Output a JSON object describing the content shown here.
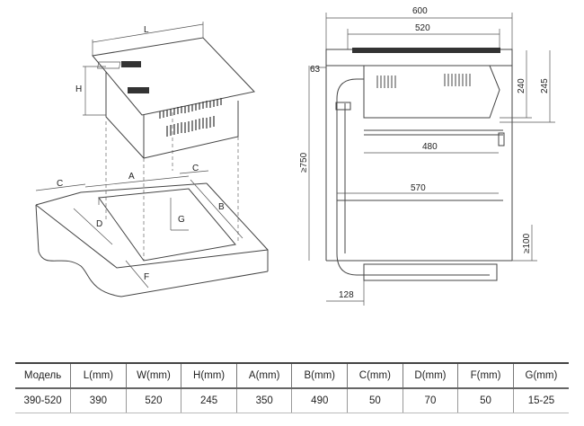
{
  "left_view": {
    "labels": {
      "L": "L",
      "H": "H",
      "A": "A",
      "B": "B",
      "C1": "C",
      "C2": "C",
      "D": "D",
      "G": "G",
      "F": "F"
    }
  },
  "right_view": {
    "dims": {
      "d600": "600",
      "d520": "520",
      "d63": "63",
      "d240": "240",
      "d245": "245",
      "d750": "≥750",
      "d480": "480",
      "d570": "570",
      "d100": "≥100",
      "d128": "128"
    }
  },
  "table": {
    "headers": [
      "Модель",
      "L(mm)",
      "W(mm)",
      "H(mm)",
      "A(mm)",
      "B(mm)",
      "C(mm)",
      "D(mm)",
      "F(mm)",
      "G(mm)"
    ],
    "row": [
      "390-520",
      "390",
      "520",
      "245",
      "350",
      "490",
      "50",
      "70",
      "50",
      "15-25"
    ]
  }
}
